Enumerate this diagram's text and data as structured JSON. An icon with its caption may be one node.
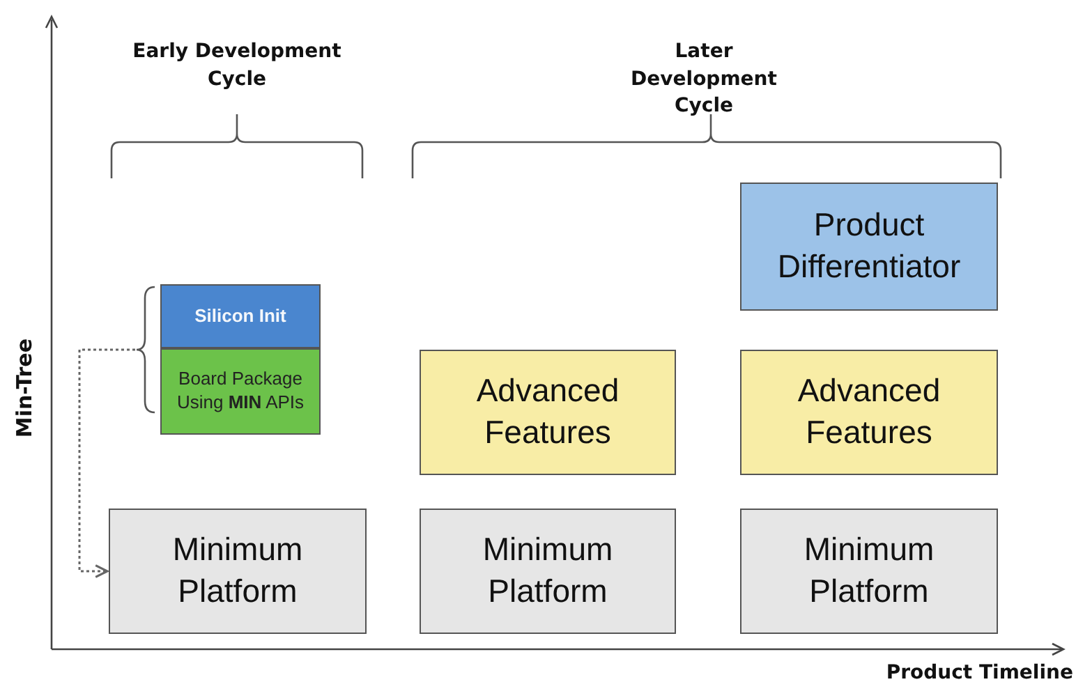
{
  "diagram": {
    "nodes": [
      {
        "text": [
          "Silicon Init"
        ]
      },
      {
        "text": [
          "Board Package Using **MIN** APIs"
        ]
      },
      {
        "text": [
          "Minimum Platform"
        ]
      },
      {
        "text": [
          "Advanced Features"
        ]
      },
      {
        "text": [
          "Minimum Platform"
        ]
      },
      {
        "text": [
          "Product Differentiator"
        ]
      },
      {
        "text": [
          "Advanced Features"
        ]
      },
      {
        "text": [
          "Minimum Platform"
        ]
      },
      {
        "text": [],
        "shape": "bracket"
      }
    ],
    "edges": [
      {
        "from": 8,
        "to": 2,
        "arrow": "to",
        "style": "dashed"
      }
    ],
    "labels": [
      "Early Development Cycle",
      "Later Development Cycle",
      "Min-Tree",
      "Product Timeline"
    ]
  }
}
